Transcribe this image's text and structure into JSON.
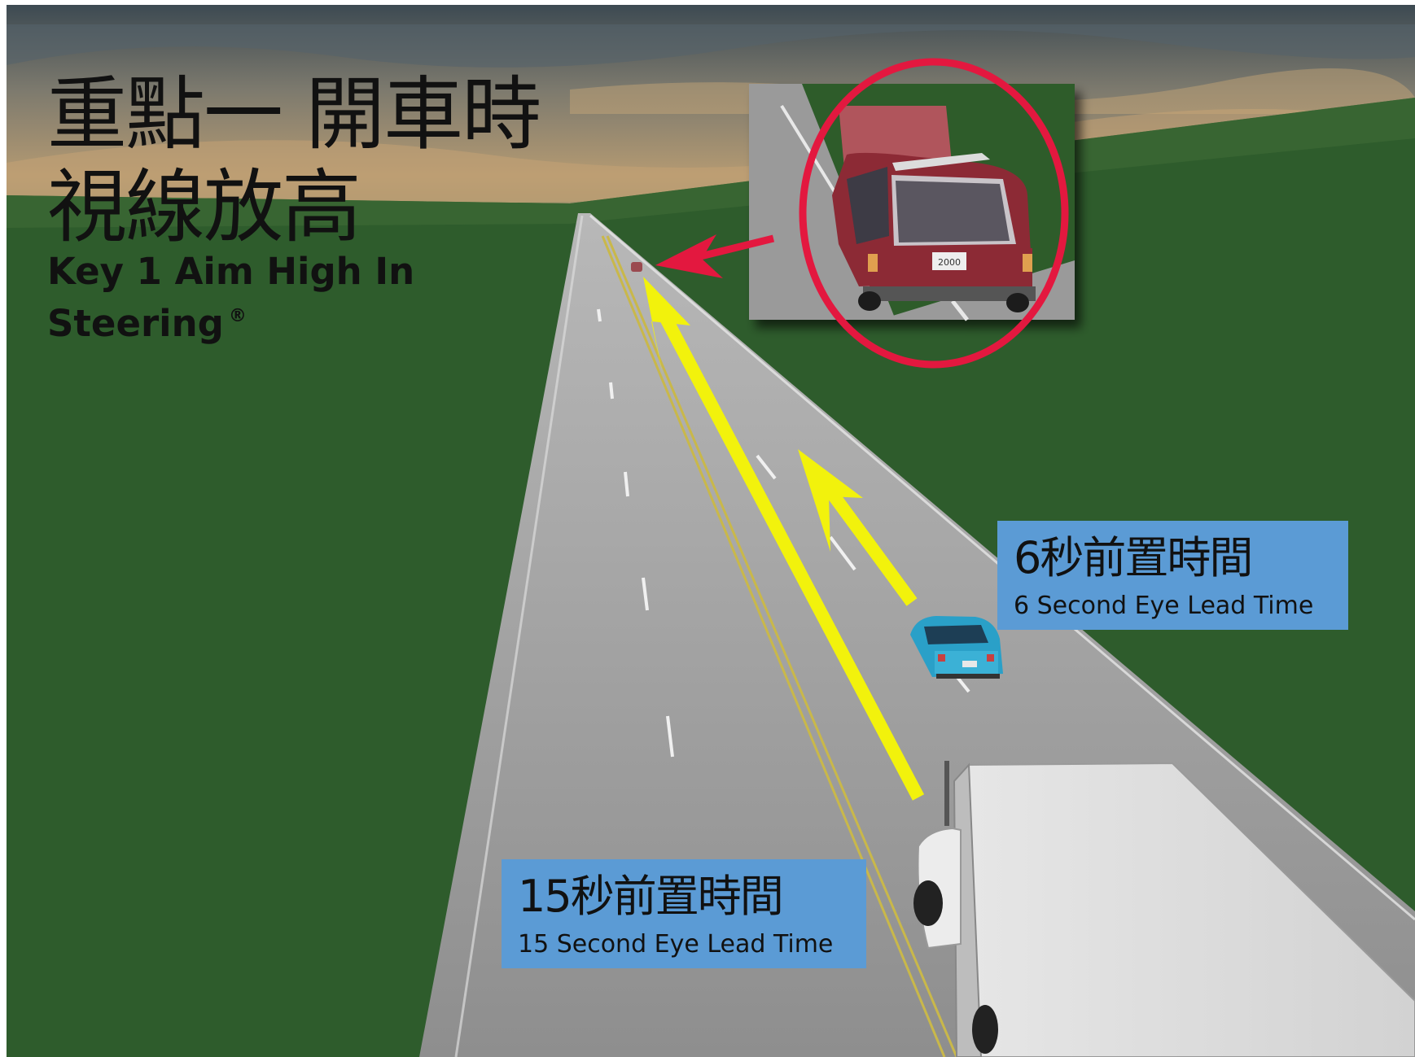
{
  "title": {
    "zh_line1": "重點一 開車時",
    "zh_line2": "視線放高",
    "en_line1": "Key 1 Aim High In",
    "en_line2": "Steering",
    "registered_mark": "®"
  },
  "labels": {
    "six": {
      "zh": "6秒前置時間",
      "en": "6 Second Eye Lead Time"
    },
    "fifteen": {
      "zh": "15秒前置時間",
      "en": "15 Second Eye Lead Time"
    }
  },
  "inset_plate": "2000",
  "colors": {
    "grass": "#2e5c2c",
    "road": "#9a9a9a",
    "arrow": "#f2f20c",
    "circle": "#e3183f",
    "label_box": "#5b9bd5",
    "hazard_car": "#8c2a36",
    "blue_car": "#2aa0c8"
  }
}
